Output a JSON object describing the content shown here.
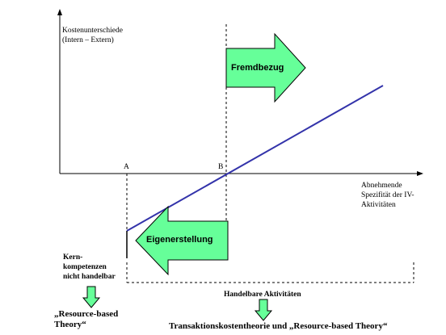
{
  "diagram": {
    "y_axis_label_line1": "Kostenunterschiede",
    "y_axis_label_line2": "(Intern – Extern)",
    "x_axis_label_line1": "Abnehmende",
    "x_axis_label_line2": "Spezifität der IV-",
    "x_axis_label_line3": "Aktivitäten",
    "point_a": "A",
    "point_b": "B",
    "arrow_fremdbezug": "Fremdbezug",
    "arrow_eigenerstellung": "Eigenerstellung",
    "core_competencies_line1": "Kern-",
    "core_competencies_line2": "kompetenzen",
    "core_competencies_line3": "nicht handelbar",
    "tradable_activities": "Handelbare Aktivitäten",
    "theory_left_line1": "„Resource-based",
    "theory_left_line2": "Theory“",
    "theory_right": "Transaktionskostentheorie und „Resource-based Theory“",
    "colors": {
      "cost_line": "#3333aa",
      "arrow_fill": "#66ff99",
      "arrow_stroke": "#000000",
      "axis": "#000000"
    }
  }
}
